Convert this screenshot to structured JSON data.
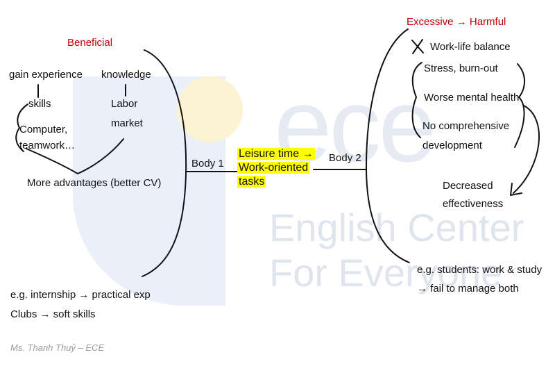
{
  "watermark": {
    "logo": "ece",
    "line1": "English Center",
    "line2": "For Everyone"
  },
  "center": {
    "line1": "Leisure time →",
    "line2": "Work-oriented",
    "line3": "tasks"
  },
  "body1": {
    "label": "Body 1",
    "heading": "Beneficial",
    "gain": "gain experience",
    "knowledge": "knowledge",
    "skills": "skills",
    "computer": "Computer,",
    "teamwork": "teamwork…",
    "labor": "Labor",
    "market": "market",
    "advantages": "More advantages (better CV)",
    "example1": "e.g. internship → practical exp",
    "example2": "Clubs → soft skills"
  },
  "body2": {
    "label": "Body 2",
    "heading": "Excessive → Harmful",
    "wlb": "Work-life balance",
    "stress": "Stress, burn-out",
    "mental": "Worse mental health",
    "nocomp": "No comprehensive",
    "development": "development",
    "decreased": "Decreased",
    "effectiveness": "effectiveness",
    "example1": "e.g. students: work & study",
    "example2": "→ fail to manage both"
  },
  "footer": "Ms. Thanh Thuỷ – ECE"
}
